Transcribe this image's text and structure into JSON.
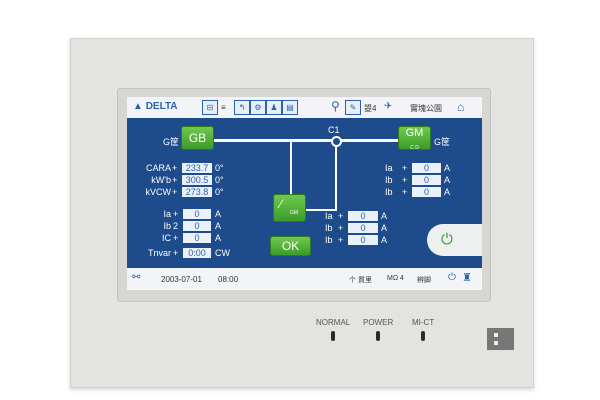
{
  "device": {
    "led_labels": [
      "NORMAL",
      "POWER",
      "MI-CT"
    ]
  },
  "topbar": {
    "brand": "DELTA",
    "icon_char_1": "≡",
    "text_1": "曌4",
    "text_2": "實塊公園"
  },
  "diagram": {
    "gen_left": {
      "label": "GB",
      "side_label": "G筐"
    },
    "gen_right": {
      "label": "GM",
      "sub": "C D",
      "side_label": "G筐"
    },
    "bus_label": "C1",
    "breaker_label": "GM",
    "ok_label": "OK"
  },
  "left_readouts": [
    {
      "label": "CARA",
      "sep": "+",
      "value": "233.7",
      "unit": "0°"
    },
    {
      "label": "kW'b",
      "sep": "+",
      "value": "300.5",
      "unit": "0°"
    },
    {
      "label": "kVCW",
      "sep": "+",
      "value": "273.8",
      "unit": "0°"
    }
  ],
  "left_currents": [
    {
      "label": "Ia",
      "sep": "+",
      "value": "0",
      "unit": "A"
    },
    {
      "label": "Ib",
      "sep": "2",
      "value": "0",
      "unit": "A"
    },
    {
      "label": "IC",
      "sep": "+",
      "value": "0",
      "unit": "A"
    },
    {
      "label": "Tnvar",
      "sep": "+",
      "value": "0:00",
      "unit": "CW"
    }
  ],
  "right_currents": [
    {
      "label": "Ia",
      "sep": "+",
      "value": "0",
      "unit": "A"
    },
    {
      "label": "Ib",
      "sep": "+",
      "value": "0",
      "unit": "A"
    },
    {
      "label": "Ib",
      "sep": "+",
      "value": "0",
      "unit": "A"
    }
  ],
  "mid_currents": [
    {
      "label": "Ia",
      "sep": "+",
      "value": "0",
      "unit": "A"
    },
    {
      "label": "Ib",
      "sep": "+",
      "value": "0",
      "unit": "A"
    },
    {
      "label": "Ib",
      "sep": "+",
      "value": "0",
      "unit": "A"
    }
  ],
  "statusbar": {
    "date": "2003-07-01",
    "time": "08:00",
    "item_1": "个 質里",
    "item_2": "MΩ 4",
    "item_3": "辨脚"
  },
  "colors": {
    "screen": "#1d4b8c",
    "green": "#4caf35"
  }
}
